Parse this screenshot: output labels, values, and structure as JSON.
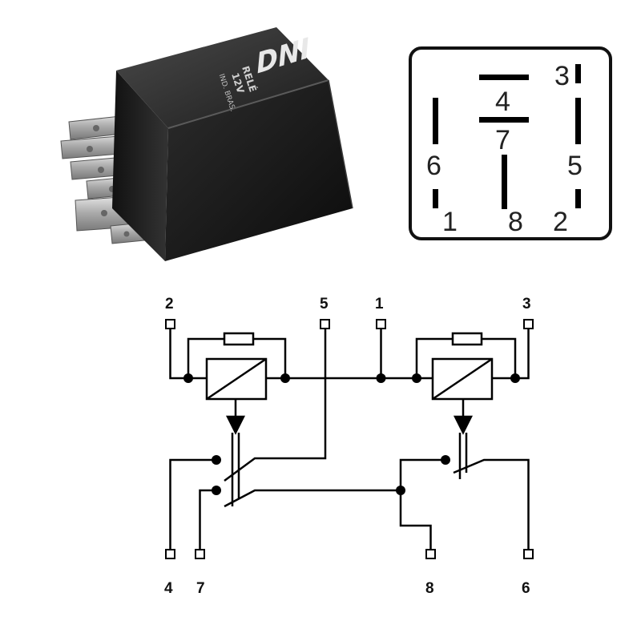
{
  "relay_photo": {
    "brand": "DNI",
    "label_lines": [
      "RELÉ",
      "12V",
      "IND. BRAS."
    ]
  },
  "pin_view": {
    "labels": {
      "p1": "1",
      "p2": "2",
      "p3": "3",
      "p4": "4",
      "p5": "5",
      "p6": "6",
      "p7": "7",
      "p8": "8"
    }
  },
  "schematic": {
    "top_pins": [
      "2",
      "5",
      "1",
      "3"
    ],
    "bottom_pins": [
      "4",
      "7",
      "8",
      "6"
    ]
  },
  "colors": {
    "relay_body": "#1a1a1a",
    "terminal": "#b9b9b9",
    "line": "#000000"
  }
}
